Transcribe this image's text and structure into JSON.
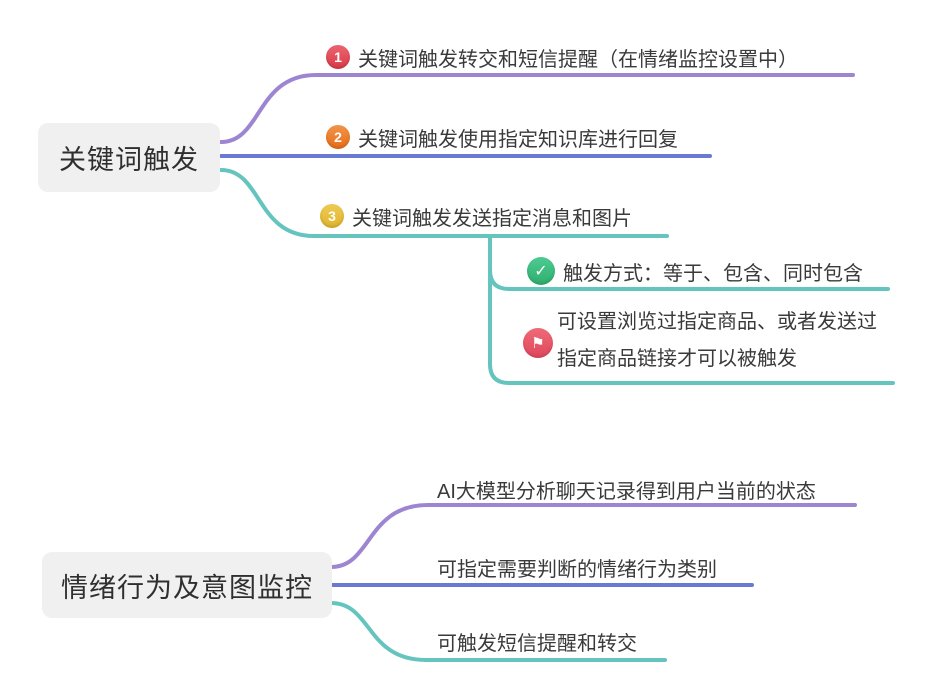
{
  "map_top": {
    "root": "关键词触发",
    "branches": [
      {
        "badge": "1",
        "label": "关键词触发转交和短信提醒（在情绪监控设置中）"
      },
      {
        "badge": "2",
        "label": "关键词触发使用指定知识库进行回复"
      },
      {
        "badge": "3",
        "label": "关键词触发发送指定消息和图片"
      }
    ],
    "sub_branches": [
      {
        "icon": "check-circle-icon",
        "label": "触发方式：等于、包含、同时包含"
      },
      {
        "icon": "flag-circle-icon",
        "label": "可设置浏览过指定商品、或者发送过指定商品链接才可以被触发"
      }
    ]
  },
  "map_bottom": {
    "root": "情绪行为及意图监控",
    "branches": [
      {
        "label": "AI大模型分析聊天记录得到用户当前的状态"
      },
      {
        "label": "可指定需要判断的情绪行为类别"
      },
      {
        "label": "可触发短信提醒和转交"
      }
    ]
  },
  "icons": {
    "check_glyph": "✓",
    "flag_glyph": "⚑"
  },
  "colors": {
    "branch_purple": "#9d85d2",
    "branch_indigo": "#6a7ad2",
    "branch_teal": "#66c4bf",
    "badge_red": "#e24d58",
    "badge_orange": "#ed7d31",
    "badge_yellow": "#e8c23d",
    "icon_green": "#3cc07f",
    "icon_pink": "#ea5b6e",
    "node_bg": "#f0f0f0",
    "text": "#3a3a3a"
  }
}
